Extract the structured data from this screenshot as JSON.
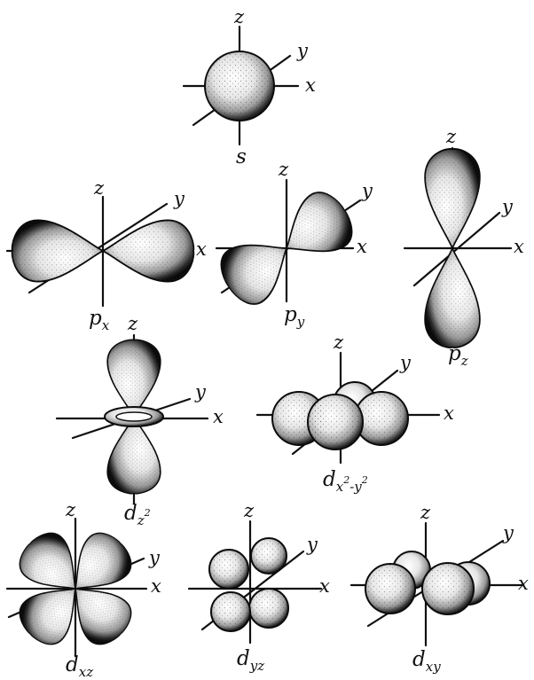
{
  "colors": {
    "ink": "#111111",
    "lobe_highlight": "#f7f7f7",
    "lobe_shadow": "#1a1a1a",
    "background": "#ffffff"
  },
  "axes": {
    "x": "x",
    "y": "y",
    "z": "z"
  },
  "orbitals": {
    "s": {
      "name": "s"
    },
    "px": {
      "base": "p",
      "sub": "x"
    },
    "py": {
      "base": "p",
      "sub": "y"
    },
    "pz": {
      "base": "p",
      "sub": "z"
    },
    "dz2": {
      "base": "d",
      "sub": "z",
      "sup": "2"
    },
    "dx2y2": {
      "base": "d",
      "sub1": "x",
      "sup1": "2",
      "sub_minus": "-",
      "sub2": "y",
      "sup2": "2"
    },
    "dxz": {
      "base": "d",
      "sub": "xz"
    },
    "dyz": {
      "base": "d",
      "sub": "yz"
    },
    "dxy": {
      "base": "d",
      "sub": "xy"
    }
  }
}
